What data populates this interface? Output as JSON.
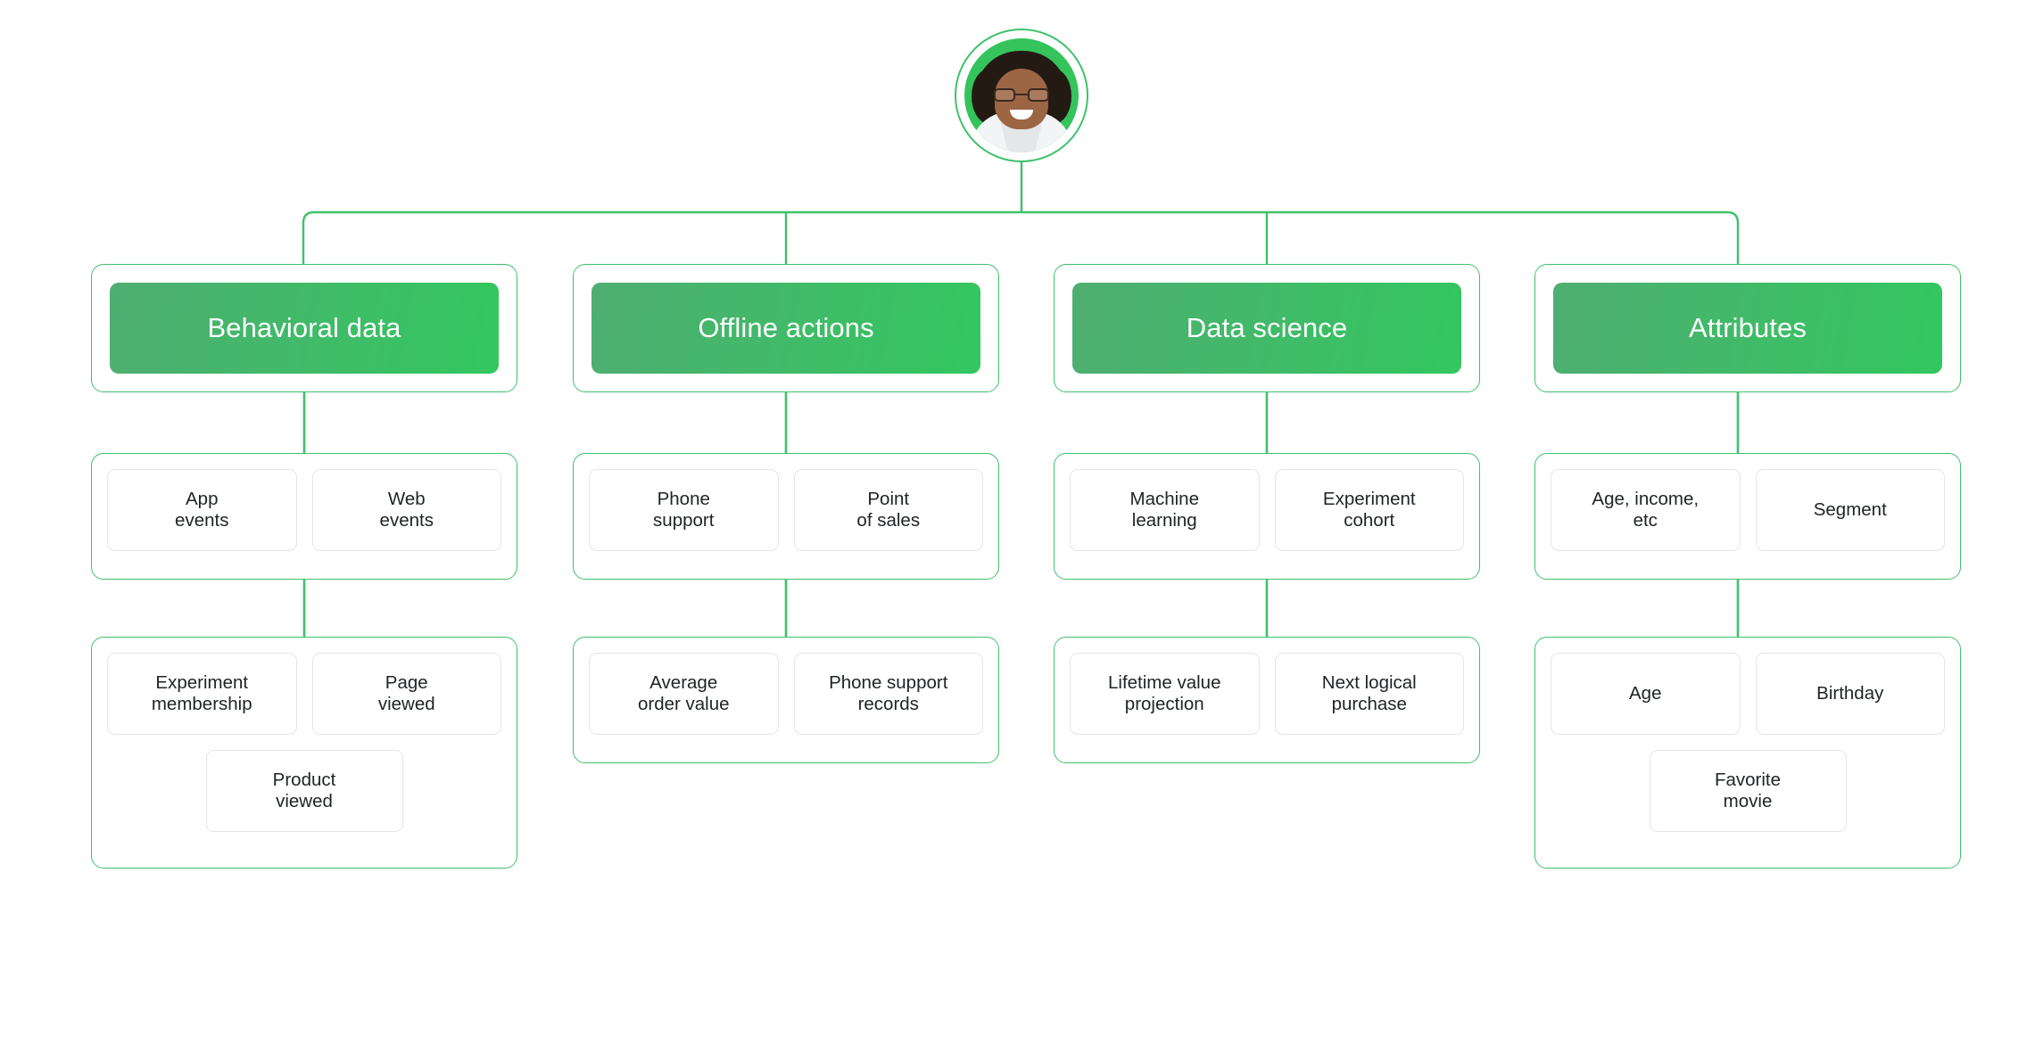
{
  "root": {
    "node_name": "customer-profile-avatar",
    "icon": "user-avatar-photo",
    "ring_color": "#3FC16A",
    "backdrop_color": "#35C35C"
  },
  "theme": {
    "line_color": "#3FC16A",
    "card_border": "#3FC16A",
    "leaf_border": "#e2e6e9",
    "header_gradient_from": "#4FAE72",
    "header_gradient_to": "#33C75F",
    "header_text": "#ffffff",
    "leaf_text": "#1f2327",
    "background": "#ffffff"
  },
  "columns": [
    {
      "id": "behavioral-data",
      "title": "Behavioral data",
      "rows": [
        {
          "id": "row-1",
          "items": [
            {
              "label": "App\nevents"
            },
            {
              "label": "Web\nevents"
            }
          ]
        },
        {
          "id": "row-2",
          "items": [
            {
              "label": "Experiment\nmembership"
            },
            {
              "label": "Page\nviewed"
            },
            {
              "label": "Product\nviewed"
            }
          ]
        }
      ]
    },
    {
      "id": "offline-actions",
      "title": "Offline actions",
      "rows": [
        {
          "id": "row-1",
          "items": [
            {
              "label": "Phone\nsupport"
            },
            {
              "label": "Point\nof sales"
            }
          ]
        },
        {
          "id": "row-2",
          "items": [
            {
              "label": "Average\norder value"
            },
            {
              "label": "Phone support\nrecords"
            }
          ]
        }
      ]
    },
    {
      "id": "data-science",
      "title": "Data science",
      "rows": [
        {
          "id": "row-1",
          "items": [
            {
              "label": "Machine\nlearning"
            },
            {
              "label": "Experiment\ncohort"
            }
          ]
        },
        {
          "id": "row-2",
          "items": [
            {
              "label": "Lifetime value\nprojection"
            },
            {
              "label": "Next logical\npurchase"
            }
          ]
        }
      ]
    },
    {
      "id": "attributes",
      "title": "Attributes",
      "rows": [
        {
          "id": "row-1",
          "items": [
            {
              "label": "Age, income,\netc"
            },
            {
              "label": "Segment"
            }
          ]
        },
        {
          "id": "row-2",
          "items": [
            {
              "label": "Age"
            },
            {
              "label": "Birthday"
            },
            {
              "label": "Favorite\nmovie"
            }
          ]
        }
      ]
    }
  ]
}
